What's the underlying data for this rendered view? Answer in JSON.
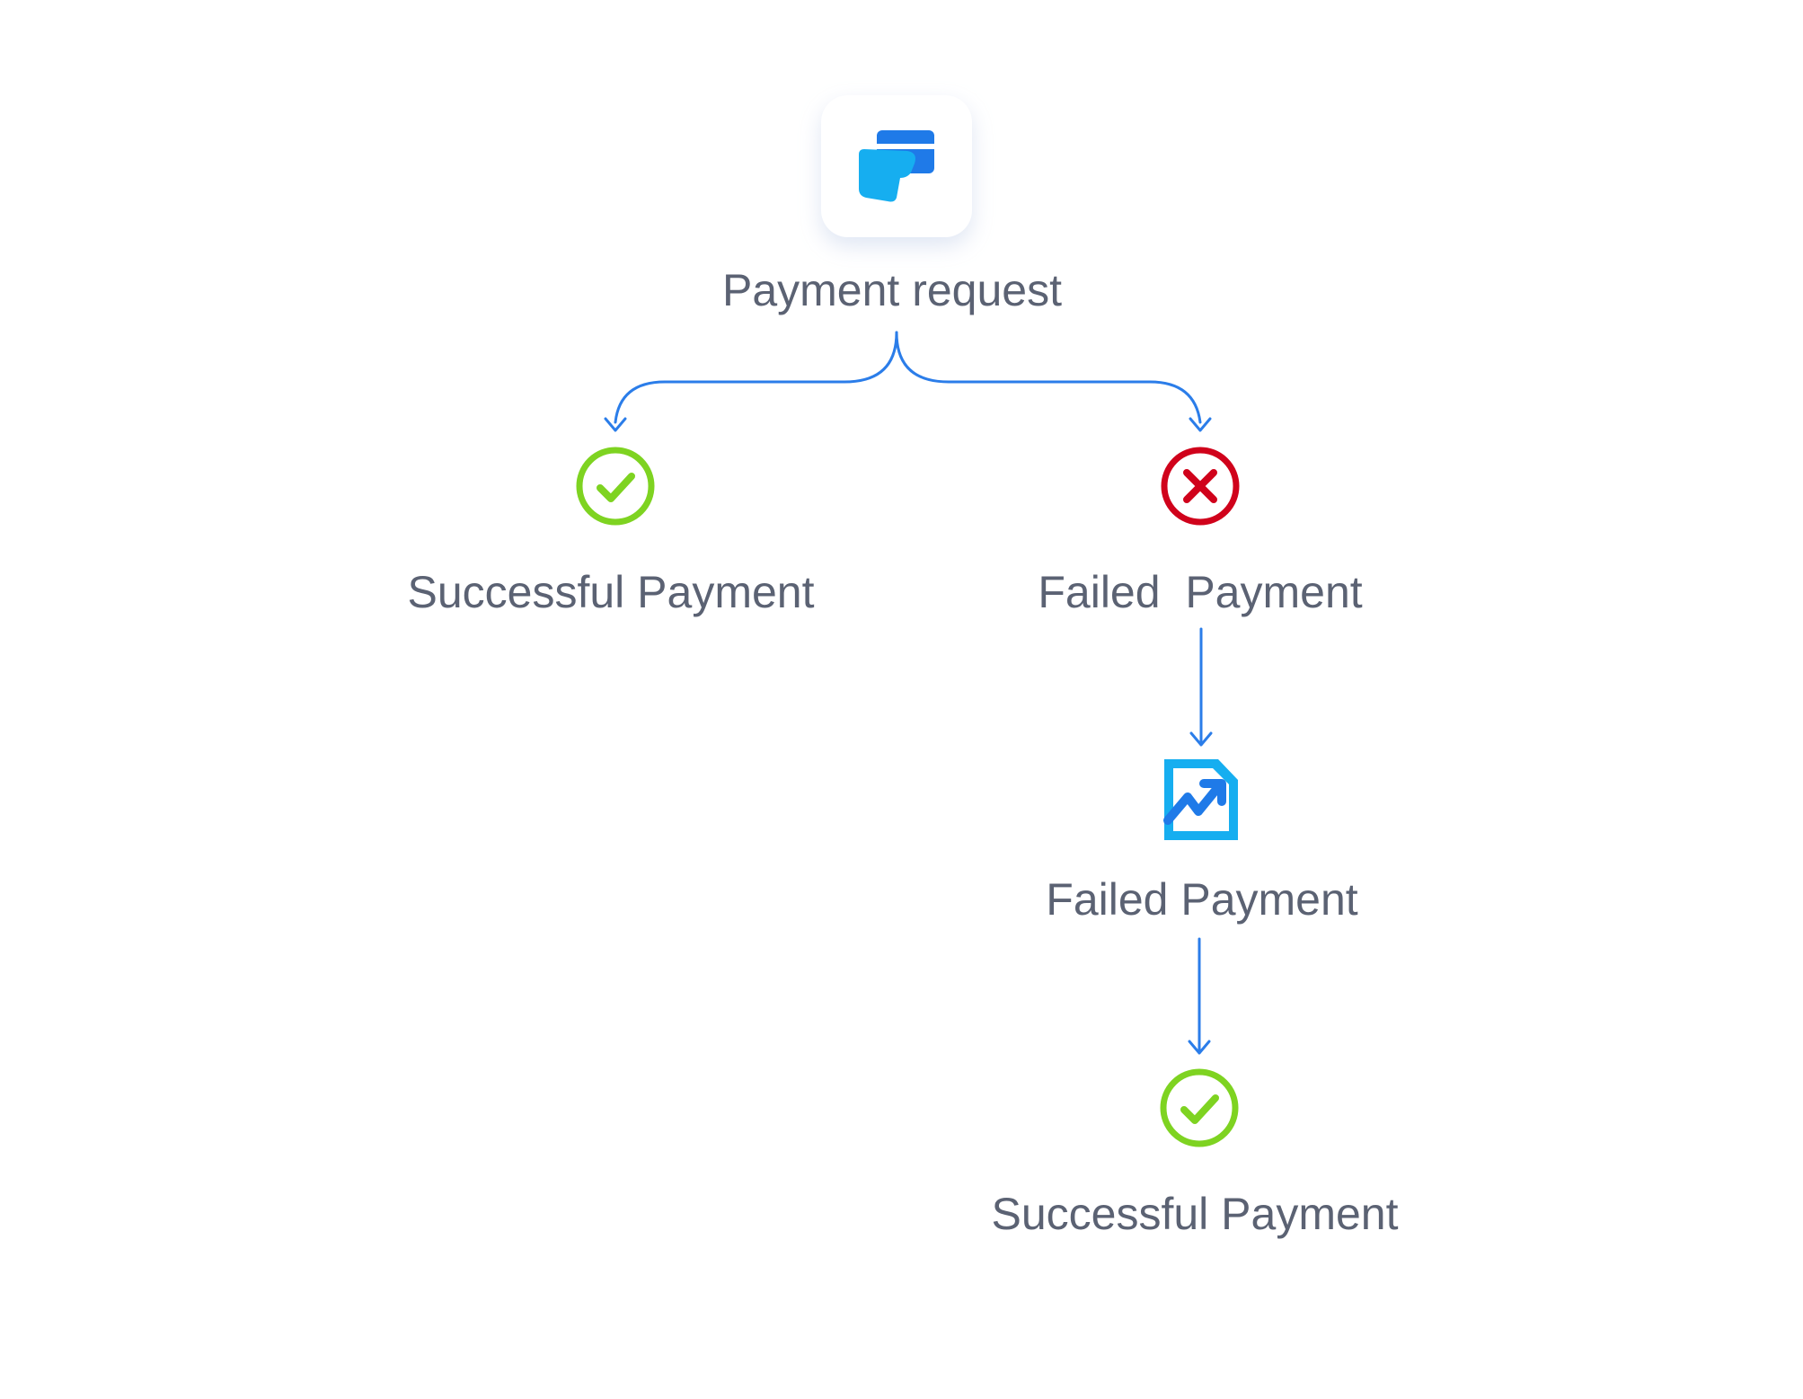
{
  "diagram": {
    "colors": {
      "connector": "#2b7de9",
      "success": "#7ed321",
      "failure": "#d0021b",
      "label": "#5b6273",
      "icon_primary": "#1f7ae8",
      "icon_secondary": "#16aef0"
    },
    "nodes": {
      "payment_request": {
        "label": "Payment request",
        "icon": "payment-card-icon"
      },
      "success_1": {
        "label": "Successful Payment",
        "icon": "check-circle-icon"
      },
      "failed_1": {
        "label": "Failed  Payment",
        "icon": "x-circle-icon"
      },
      "retry": {
        "label": "Failed Payment",
        "icon": "retry-chart-icon"
      },
      "success_2": {
        "label": "Successful Payment",
        "icon": "check-circle-icon"
      }
    }
  }
}
